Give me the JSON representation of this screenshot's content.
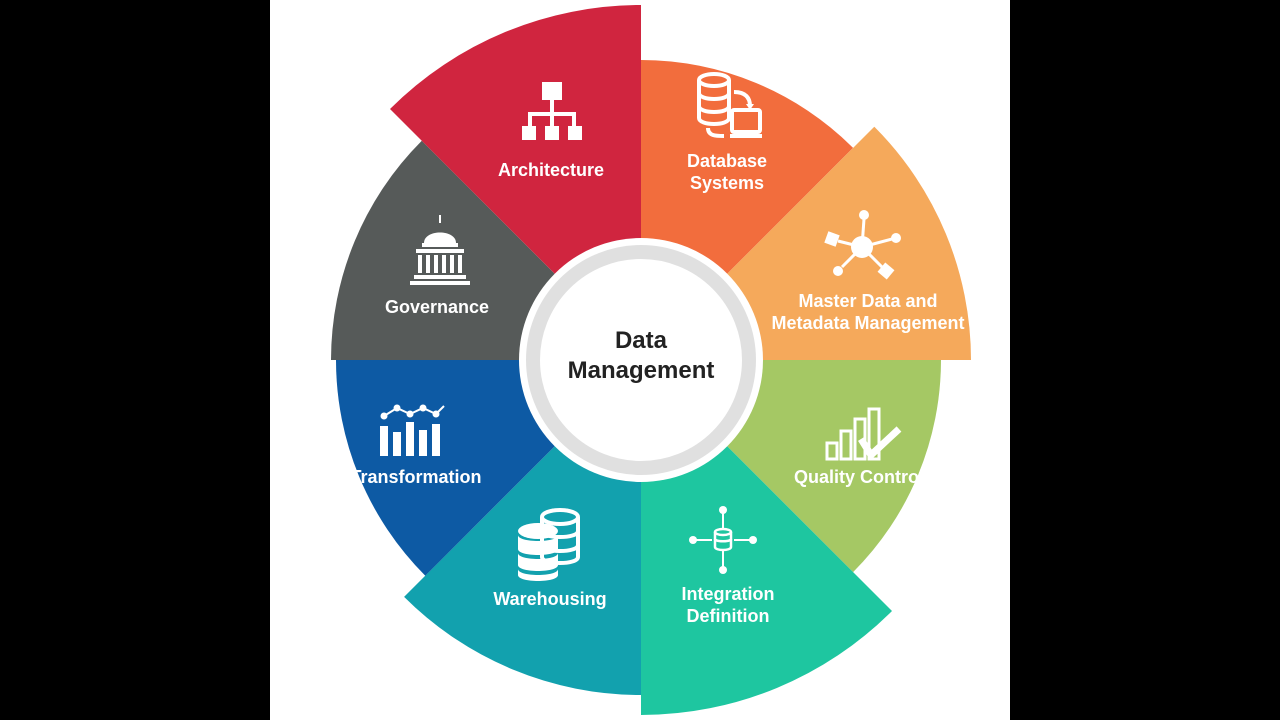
{
  "diagram": {
    "center": {
      "line1": "Data",
      "line2": "Management"
    },
    "segments": [
      {
        "id": "database-systems",
        "lines": [
          "Database",
          "Systems"
        ],
        "color": "#F26D3D",
        "icon": "database-transfer-icon"
      },
      {
        "id": "master-data",
        "lines": [
          "Master Data and",
          "Metadata Management"
        ],
        "color": "#F5A95B",
        "icon": "network-hub-icon"
      },
      {
        "id": "quality-control",
        "lines": [
          "Quality Control"
        ],
        "color": "#A5C864",
        "icon": "bar-chart-check-icon"
      },
      {
        "id": "integration-definition",
        "lines": [
          "Integration",
          "Definition"
        ],
        "color": "#1EC6A0",
        "icon": "integration-hub-icon"
      },
      {
        "id": "warehousing",
        "lines": [
          "Warehousing"
        ],
        "color": "#12A1AE",
        "icon": "database-stack-icon"
      },
      {
        "id": "transformation",
        "lines": [
          "Transformation"
        ],
        "color": "#0D5AA4",
        "icon": "bar-line-chart-icon"
      },
      {
        "id": "governance",
        "lines": [
          "Governance"
        ],
        "color": "#565A59",
        "icon": "capitol-building-icon"
      },
      {
        "id": "architecture",
        "lines": [
          "Architecture"
        ],
        "color": "#D0253F",
        "icon": "org-chart-icon"
      }
    ]
  }
}
